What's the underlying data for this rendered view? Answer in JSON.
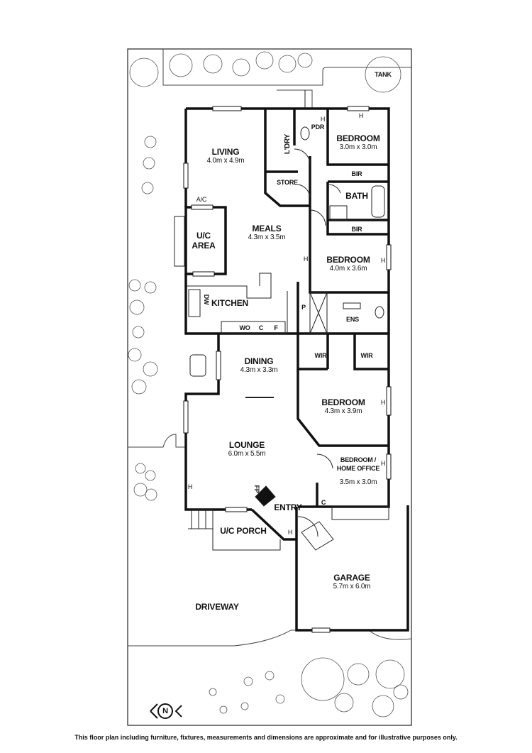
{
  "rooms": {
    "living": {
      "name": "LIVING",
      "dim": "4.0m x 4.9m"
    },
    "meals": {
      "name": "MEALS",
      "dim": "4.3m x 3.5m"
    },
    "kitchen": {
      "name": "KITCHEN"
    },
    "dining": {
      "name": "DINING",
      "dim": "4.3m x 3.3m"
    },
    "lounge": {
      "name": "LOUNGE",
      "dim": "6.0m x 5.5m"
    },
    "bedroom1": {
      "name": "BEDROOM",
      "dim": "3.0m x 3.0m"
    },
    "bedroom2": {
      "name": "BEDROOM",
      "dim": "4.0m x 3.6m"
    },
    "bedroom3": {
      "name": "BEDROOM",
      "dim": "4.3m x 3.9m"
    },
    "bedroom4": {
      "name_line1": "BEDROOM /",
      "name_line2": "HOME OFFICE",
      "dim": "3.5m x 3.0m"
    },
    "garage": {
      "name": "GARAGE",
      "dim": "5.7m x 6.0m"
    },
    "uc_area": {
      "line1": "U/C",
      "line2": "AREA"
    },
    "uc_porch": {
      "name": "U/C PORCH"
    },
    "entry": {
      "name": "ENTRY"
    },
    "driveway": {
      "name": "DRIVEWAY"
    },
    "laundry": {
      "name": "L'DRY"
    },
    "store": {
      "name": "STORE"
    },
    "powder": {
      "name": "PDR"
    },
    "bath": {
      "name": "BATH"
    },
    "bir_top": {
      "name": "BIR"
    },
    "bir_bottom": {
      "name": "BIR"
    },
    "ensuite": {
      "name": "ENS"
    },
    "wir_left": {
      "name": "WIR"
    },
    "wir_right": {
      "name": "WIR"
    },
    "tank": {
      "name": "TANK"
    }
  },
  "fixtures": {
    "ac": "A/C",
    "dw": "DW",
    "wo": "WO",
    "c_kitchen": "C",
    "f": "F",
    "p": "P",
    "c_entry": "C",
    "fp": "FP",
    "h": "H"
  },
  "north_symbol": "N",
  "disclaimer": "This floor plan including furniture, fixtures, measurements and dimensions are approximate and for illustrative purposes only."
}
